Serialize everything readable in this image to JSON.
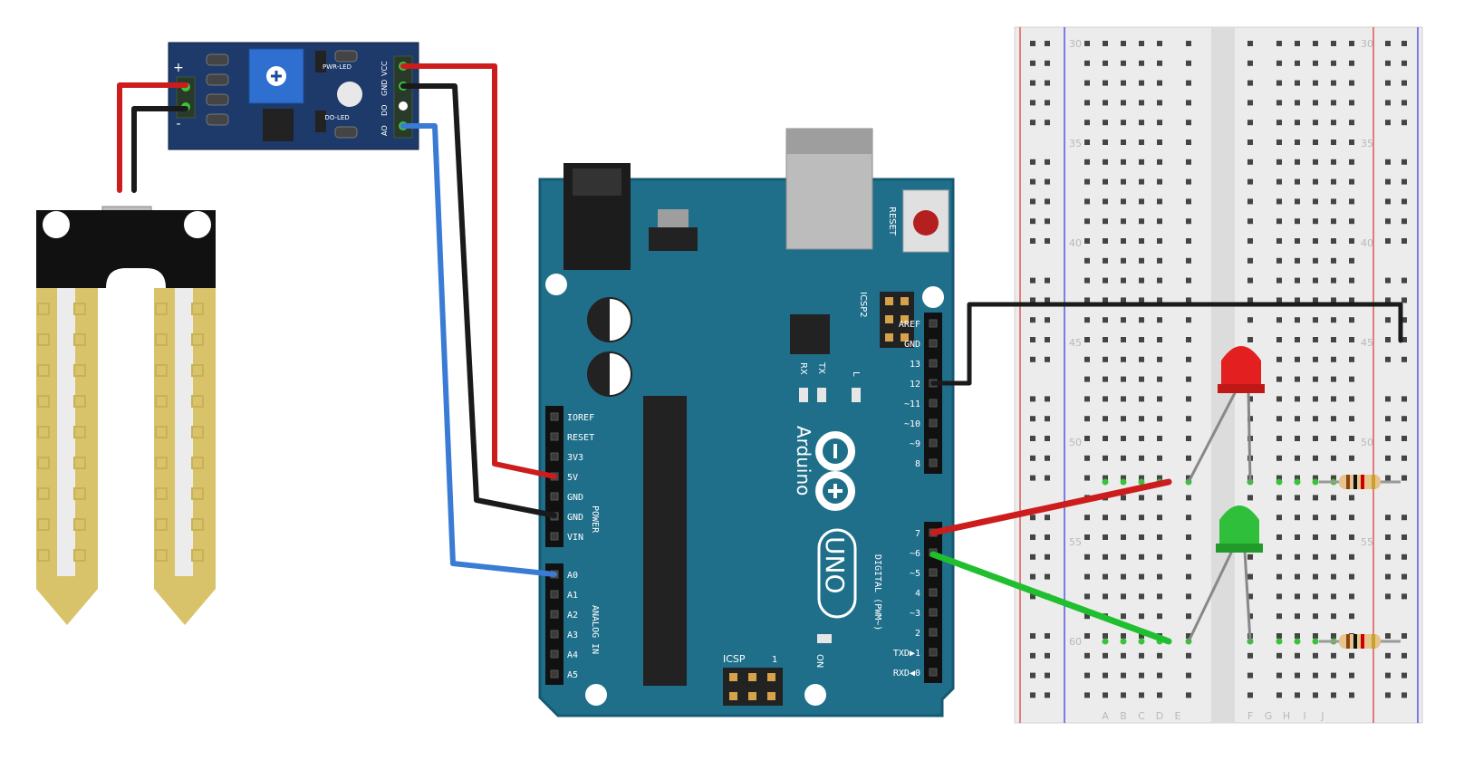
{
  "colors": {
    "board": "#1f6f8b",
    "board_edge": "#155a72",
    "module": "#1d3a6b",
    "probe_gold": "#d9c36a",
    "wire_red": "#cc1c1c",
    "wire_black": "#1a1a1a",
    "wire_blue": "#3a7bd5",
    "wire_green": "#1fbf2f",
    "breadboard": "#ececec",
    "rail_red": "#d33",
    "rail_blue": "#33d",
    "led_red": "#e41f1f",
    "led_green": "#2fbf3a"
  },
  "sensor_module": {
    "plus_label": "+",
    "minus_label": "-",
    "header_labels": [
      "VCC",
      "GND",
      "DO",
      "AO"
    ],
    "led_labels": [
      "PWR-LED",
      "DO-LED"
    ]
  },
  "arduino": {
    "brand": "Arduino",
    "model": "UNO",
    "reset_label": "RESET",
    "icsp2_label": "ICSP2",
    "icsp_label": "ICSP",
    "on_label": "ON",
    "icsp_pin1": "1",
    "tx_label": "TX",
    "rx_label": "RX",
    "l_label": "L",
    "power_header_title": "POWER",
    "analog_header_title": "ANALOG IN",
    "digital_header_title": "DIGITAL (PWM~)",
    "power_pins": [
      "IOREF",
      "RESET",
      "3V3",
      "5V",
      "GND",
      "GND",
      "VIN"
    ],
    "analog_pins": [
      "A0",
      "A1",
      "A2",
      "A3",
      "A4",
      "A5"
    ],
    "digital_top_pins": [
      "AREF",
      "GND",
      "13",
      "12",
      "~11",
      "~10",
      "~9",
      "8"
    ],
    "digital_bottom_pins": [
      "7",
      "~6",
      "~5",
      "4",
      "~3",
      "2",
      "TXD▶1",
      "RXD◀0"
    ]
  },
  "breadboard": {
    "row_numbers": [
      "30",
      "35",
      "40",
      "45",
      "50",
      "55",
      "60"
    ],
    "column_letters": [
      "A",
      "B",
      "C",
      "D",
      "E",
      "F",
      "G",
      "H",
      "I",
      "J"
    ]
  }
}
